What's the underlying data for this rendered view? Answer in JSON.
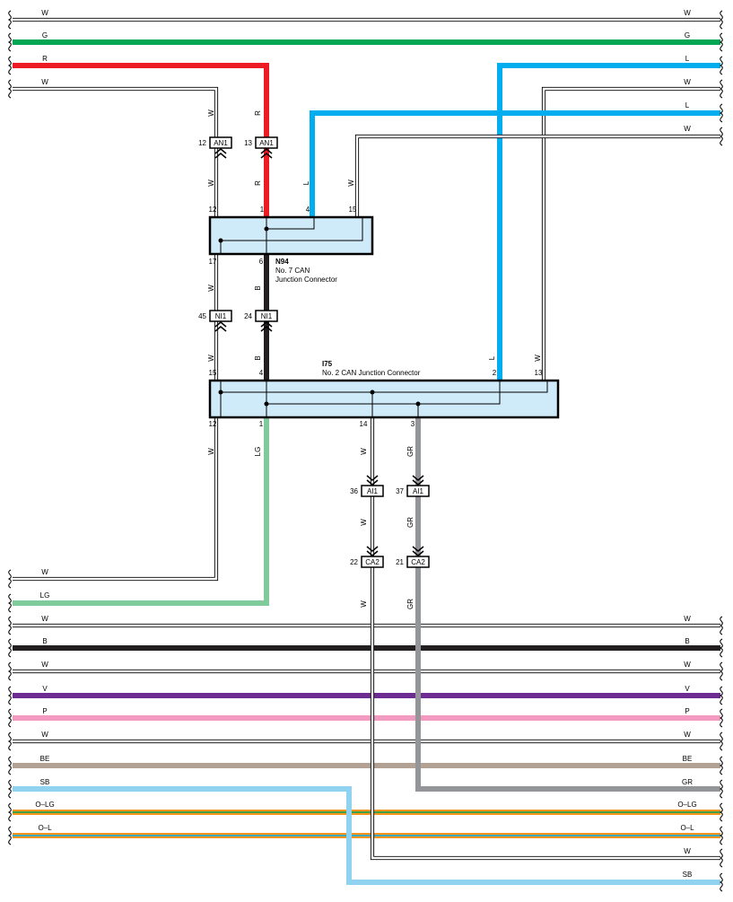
{
  "colors": {
    "G": "#00a651",
    "R": "#ed1c24",
    "L": "#00aeef",
    "B": "#231f20",
    "LG": "#7fcb9b",
    "GR": "#939598",
    "V": "#6d2c91",
    "P": "#f39ac1",
    "BE": "#b3a293",
    "SB": "#8fd3f1",
    "O": "#f7941d",
    "connector_fill": "#cfeaf8"
  },
  "left_bus_labels": {
    "w_top": "W",
    "g": "G",
    "r": "R",
    "w_r": "W",
    "w_b1": "W",
    "lg": "LG",
    "w_b2": "W",
    "b": "B",
    "w_b3": "W",
    "v": "V",
    "p": "P",
    "w_b4": "W",
    "be": "BE",
    "sb": "SB",
    "olg": "O–LG",
    "ol": "O–L"
  },
  "right_bus_labels": {
    "w_top": "W",
    "g": "G",
    "l1": "L",
    "w1": "W",
    "l2": "L",
    "w2": "W",
    "w_b2": "W",
    "b": "B",
    "w_b3": "W",
    "v": "V",
    "p": "P",
    "w_b4": "W",
    "be": "BE",
    "gr": "GR",
    "olg": "O–LG",
    "ol": "O–L",
    "w_b5": "W",
    "sb": "SB"
  },
  "connectors": {
    "n94": {
      "id": "N94",
      "line1": "No.  7 CAN",
      "line2": "Junction Connector",
      "pins_top": [
        "12",
        "1",
        "4",
        "15"
      ],
      "pins_bottom": [
        "17",
        "6"
      ]
    },
    "i75": {
      "id": "I75",
      "line1": "No.  2 CAN Junction Connector",
      "pins_top": [
        "15",
        "4",
        "2",
        "13"
      ],
      "pins_bottom": [
        "12",
        "1",
        "14",
        "3"
      ]
    }
  },
  "inline_connectors": {
    "an1_a": {
      "pin": "12",
      "name": "AN1"
    },
    "an1_b": {
      "pin": "13",
      "name": "AN1"
    },
    "ni1_a": {
      "pin": "45",
      "name": "NI1"
    },
    "ni1_b": {
      "pin": "24",
      "name": "NI1"
    },
    "ai1_a": {
      "pin": "36",
      "name": "AI1"
    },
    "ai1_b": {
      "pin": "37",
      "name": "AI1"
    },
    "ca2_a": {
      "pin": "22",
      "name": "CA2"
    },
    "ca2_b": {
      "pin": "21",
      "name": "CA2"
    }
  },
  "wire_labels": {
    "w_col_a1": "W",
    "r_col_a1": "R",
    "w_col_a2": "W",
    "r_col_a2": "R",
    "l_col_n94": "L",
    "w_col_n94": "W",
    "w_col_b": "W",
    "b_col_b": "B",
    "w_col_c": "W",
    "b_col_c": "B",
    "l_col_i75": "L",
    "w_col_i75": "W",
    "w_col_d": "W",
    "lg_col_d": "LG",
    "w_col_e": "W",
    "gr_col_e": "GR",
    "w_col_f": "W",
    "gr_col_f": "GR",
    "w_col_g": "W",
    "gr_col_g": "GR"
  }
}
